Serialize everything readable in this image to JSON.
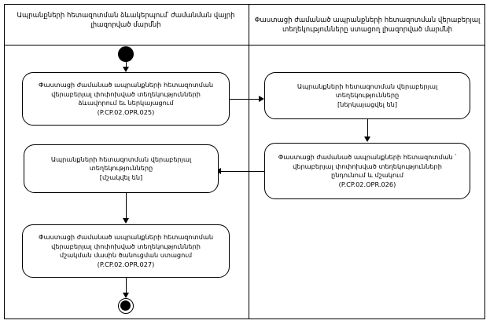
{
  "diagram": {
    "type": "activity-diagram",
    "swimlanes": [
      {
        "id": "left",
        "title": "Ապրանքների հետազոտման ձևակերպում՝ ժամանման վայրի\nլիազորված մարմնի"
      },
      {
        "id": "right",
        "title": "Փաստացի ժամանած ապրանքների հետազոտման\nվերաբերյալ տեղեկությունները ստացող լիազորված մարմնի"
      }
    ],
    "nodes": [
      {
        "id": "start",
        "type": "start",
        "lane": "left"
      },
      {
        "id": "activity1",
        "type": "activity",
        "lane": "left",
        "label": "Փաստացի ժամանած ապրանքների հետազոտման\nվերաբերյալ փոփոխված տեղեկությունների\nձևավորում եւ ներկայացում\n(P.CP.02.OPR.025)"
      },
      {
        "id": "activity2",
        "type": "activity",
        "lane": "right",
        "label": "Ապրանքների հետազոտման վերաբերյալ\nտեղեկությունները\n[ներկայացվել են]"
      },
      {
        "id": "activity3",
        "type": "activity",
        "lane": "right",
        "label": "Փաստացի ժամանած ապրանքների հետազոտման ՝\nվերաբերյալ փոփոխված տեղեկությունների\nընդունում և մշակում\n(P.CP.02.OPR.026)"
      },
      {
        "id": "activity4",
        "type": "activity",
        "lane": "left",
        "label": "Ապրանքների հետազոտման վերաբերյալ\nտեղեկությունները\n[մշակվել են]"
      },
      {
        "id": "activity5",
        "type": "activity",
        "lane": "left",
        "label": "Փաստացի ժամանած ապրանքների հետազոտման\nվերաբերյալ փոփոխված տեղեկությունների\nմշակման մասին ծանուցման ստացում\n(P.CP.02.OPR.027)"
      },
      {
        "id": "end",
        "type": "end",
        "lane": "left"
      }
    ],
    "edges": [
      {
        "from": "start",
        "to": "activity1"
      },
      {
        "from": "activity1",
        "to": "activity2"
      },
      {
        "from": "activity2",
        "to": "activity3"
      },
      {
        "from": "activity3",
        "to": "activity4"
      },
      {
        "from": "activity4",
        "to": "activity5"
      },
      {
        "from": "activity5",
        "to": "end"
      }
    ],
    "colors": {
      "line": "#000000",
      "background": "#ffffff",
      "text": "#000000"
    }
  }
}
